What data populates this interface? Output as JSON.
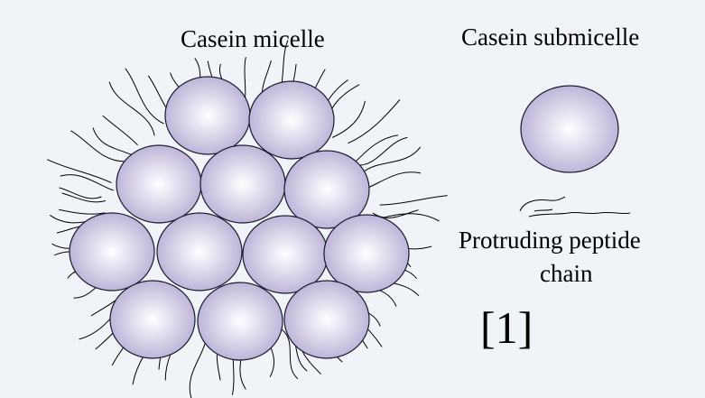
{
  "labels": {
    "micelle": "Casein micelle",
    "submicelle": "Casein submicelle",
    "peptide_line1": "Protruding peptide",
    "peptide_line2": "chain",
    "citation": "[1]"
  },
  "colors": {
    "background": "#f0f4f8",
    "sphere_center": "#ffffff",
    "sphere_edge": "#b7aed5",
    "sphere_outline": "#1a1a2e",
    "chain_stroke": "#000000"
  },
  "micelle": {
    "submicelle_count": 12,
    "rows": [
      2,
      3,
      4,
      3
    ]
  }
}
